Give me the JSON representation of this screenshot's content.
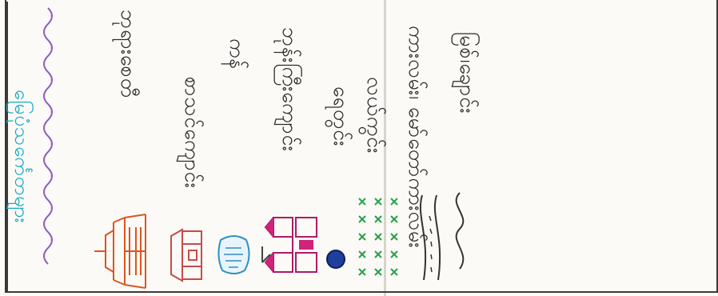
{
  "title": "မြေပုံသင်္ကေတများ",
  "legend": [
    {
      "icon": "river-icon",
      "label": "မြစ်၊ချောင်း"
    },
    {
      "icon": "road-icon",
      "label": "ကားလမ်း၊ မော်တော်ကားလမ်း"
    },
    {
      "icon": "paddy-field-icon",
      "label": "လယ်ကွင်း"
    },
    {
      "icon": "well-icon",
      "label": "ရေတွင်း"
    },
    {
      "icon": "monastery-icon",
      "label": "ဘုန်းကြီးကျောင်း"
    },
    {
      "icon": "pond-icon",
      "label": "ကန်"
    },
    {
      "icon": "school-icon",
      "label": "စာသင်ကျောင်း"
    },
    {
      "icon": "pagoda-icon",
      "label": "ဘုရားစေတီ"
    }
  ],
  "colors": {
    "title": "#1aa9c4",
    "border_wave": "#8e5cc8",
    "label_text": "#2b2b2b",
    "paddy": "#27a046",
    "well": "#1f3f9c",
    "house": "#b01a67",
    "roof": "#d0237a",
    "pond": "#2d8fc4",
    "school": "#c94a48",
    "pagoda": "#d9561f"
  }
}
